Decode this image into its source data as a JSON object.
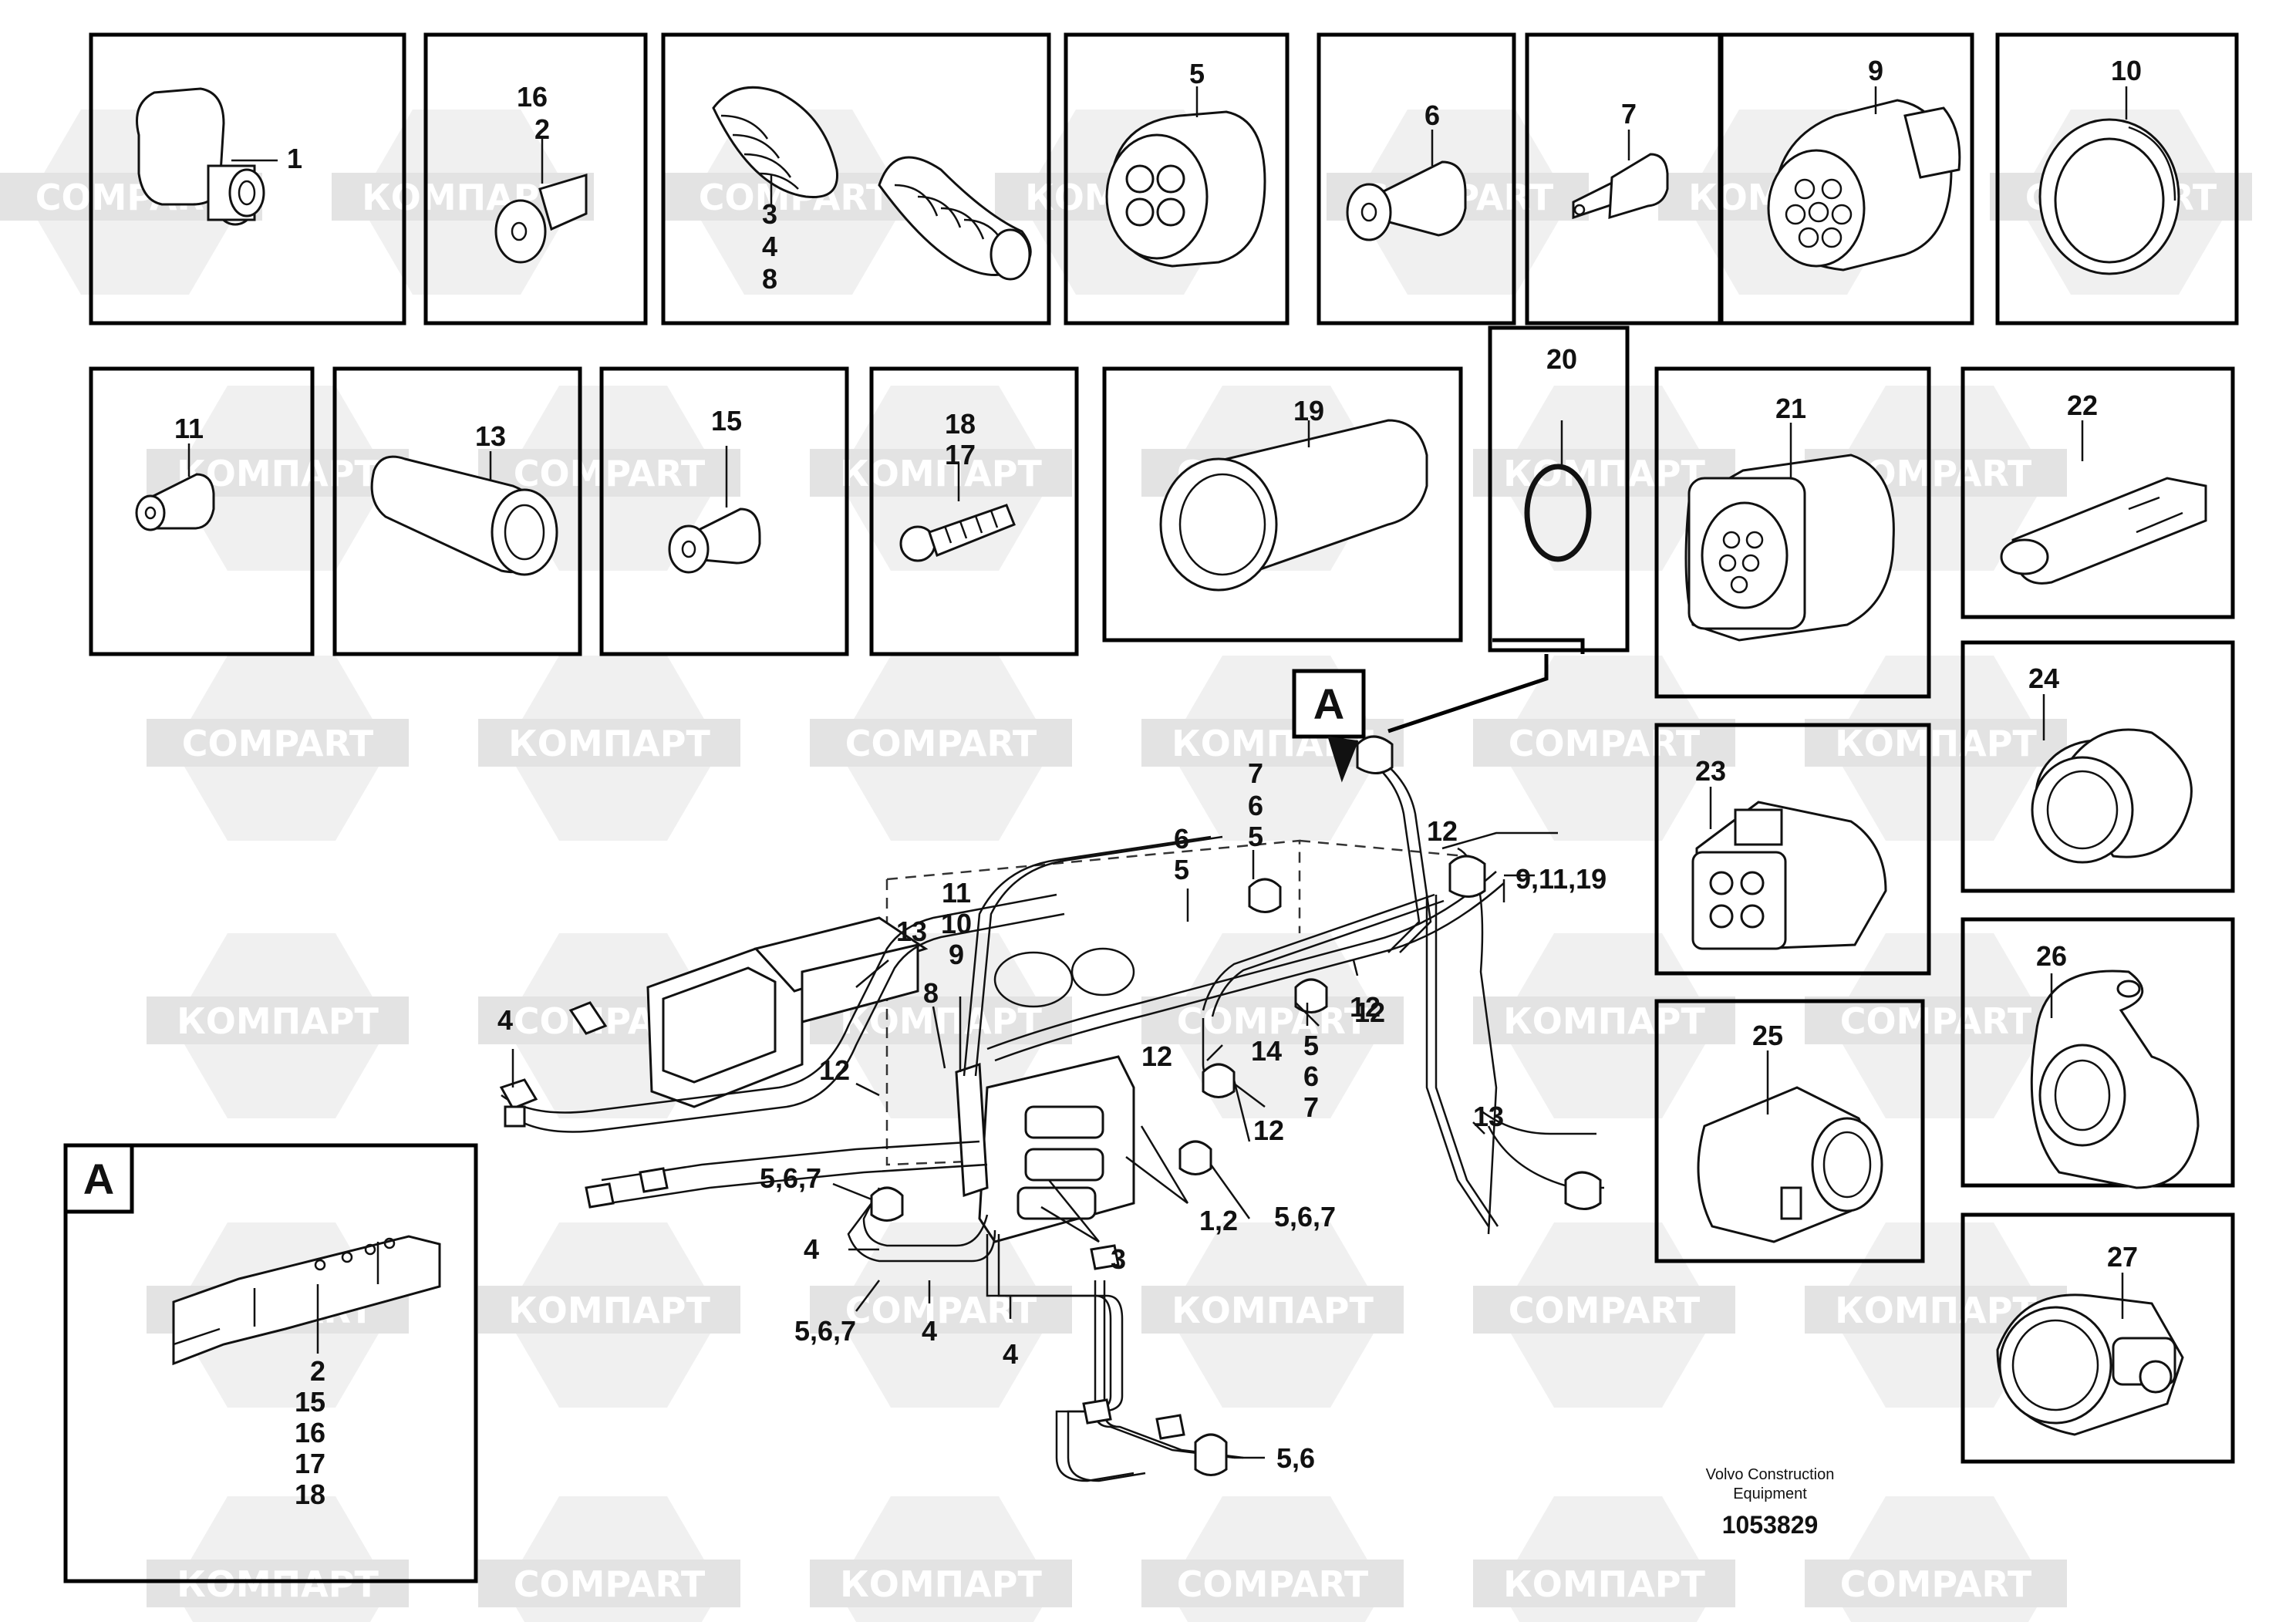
{
  "watermark": {
    "brand_latin": "COMPART",
    "brand_cyrillic": "КОМПАРТ",
    "color": "#e3e3e3"
  },
  "part_boxes": [
    {
      "labels": [
        "1"
      ]
    },
    {
      "labels": [
        "16",
        "2"
      ]
    },
    {
      "labels": [
        "3",
        "4",
        "8"
      ]
    },
    {
      "labels": [
        "5"
      ]
    },
    {
      "labels": [
        "6"
      ]
    },
    {
      "labels": [
        "7"
      ]
    },
    {
      "labels": [
        "9"
      ]
    },
    {
      "labels": [
        "10"
      ]
    },
    {
      "labels": [
        "11"
      ]
    },
    {
      "labels": [
        "13"
      ]
    },
    {
      "labels": [
        "15"
      ]
    },
    {
      "labels": [
        "18",
        "17"
      ]
    },
    {
      "labels": [
        "19"
      ]
    },
    {
      "labels": [
        "20"
      ]
    },
    {
      "labels": [
        "21"
      ]
    },
    {
      "labels": [
        "22"
      ]
    },
    {
      "labels": [
        "23"
      ]
    },
    {
      "labels": [
        "24"
      ]
    },
    {
      "labels": [
        "25"
      ]
    },
    {
      "labels": [
        "26"
      ]
    },
    {
      "labels": [
        "27"
      ]
    }
  ],
  "detail_view": {
    "tag": "A",
    "labels": [
      "2",
      "15",
      "16",
      "17",
      "18"
    ]
  },
  "callout_tag": "A",
  "main_labels": [
    "7",
    "6",
    "5",
    "6",
    "5",
    "12",
    "9,11,19",
    "11",
    "10",
    "9",
    "13",
    "8",
    "4",
    "12",
    "12",
    "14",
    "5",
    "6",
    "7",
    "12",
    "12",
    "13",
    "12",
    "5,6,7",
    "4",
    "1,2",
    "3",
    "5,6,7",
    "5,6,7",
    "4",
    "4",
    "5,6"
  ],
  "footer": {
    "company_line1": "Volvo Construction",
    "company_line2": "Equipment",
    "doc_number": "1053829"
  }
}
